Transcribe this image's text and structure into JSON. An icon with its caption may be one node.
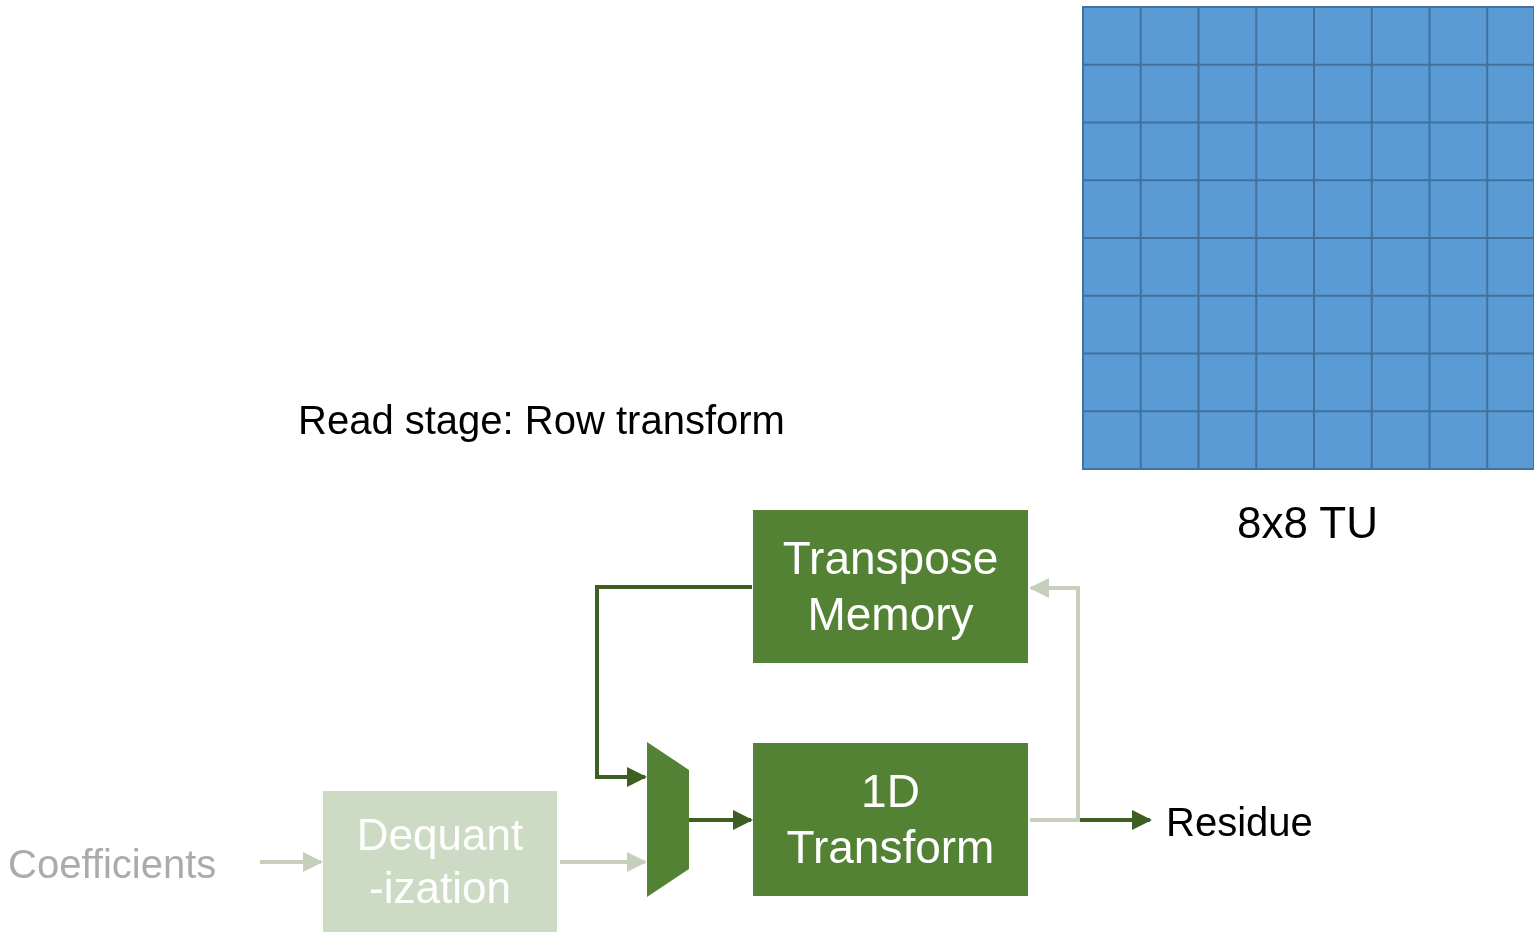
{
  "diagram": {
    "title": "Read stage: Row transform",
    "nodes": [
      {
        "text": [
          "Coefficients"
        ]
      },
      {
        "text": [
          "Dequant -ization"
        ]
      },
      {
        "text": [],
        "shape": "trapezoid"
      },
      {
        "text": [
          "Transpose Memory"
        ]
      },
      {
        "text": [
          "1D Transform"
        ]
      },
      {
        "text": [
          "Residue"
        ]
      }
    ],
    "edges": [
      {
        "from": 0,
        "to": 1,
        "arrow": "to",
        "color": "#c5cfbb"
      },
      {
        "from": 1,
        "to": 2,
        "arrow": "to",
        "color": "#c5cfbb"
      },
      {
        "from": 3,
        "to": 2,
        "arrow": "to",
        "color": "#3d5f21"
      },
      {
        "from": 2,
        "to": 4,
        "arrow": "to",
        "color": "#3d5f21"
      },
      {
        "from": 4,
        "to": 5,
        "arrow": "to",
        "color": "#3d5f21"
      },
      {
        "from": 4,
        "to": 3,
        "arrow": "to",
        "color": "#c5cfbb"
      }
    ],
    "labels": [
      "8x8 TU"
    ]
  }
}
